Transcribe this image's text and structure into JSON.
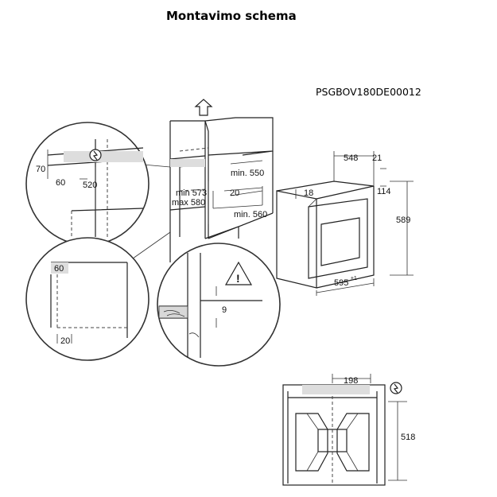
{
  "title": "Montavimo schema",
  "model_code": "PSGBOV180DE00012",
  "labels": {
    "d70": "70",
    "d60a": "60",
    "d520": "520",
    "d60b": "60",
    "d20a": "20",
    "min573": "min 573",
    "max580": "max 580",
    "min550": "min. 550",
    "d20b": "20",
    "min560": "min. 560",
    "d9": "9",
    "d548": "548",
    "d21": "21",
    "d18": "18",
    "d114": "114",
    "d589": "589",
    "d595": "595",
    "d595sup": "±1",
    "d198": "198",
    "d518": "518"
  },
  "icons": [
    "arrow-up-icon",
    "electric-plug-icon",
    "warning-icon"
  ]
}
